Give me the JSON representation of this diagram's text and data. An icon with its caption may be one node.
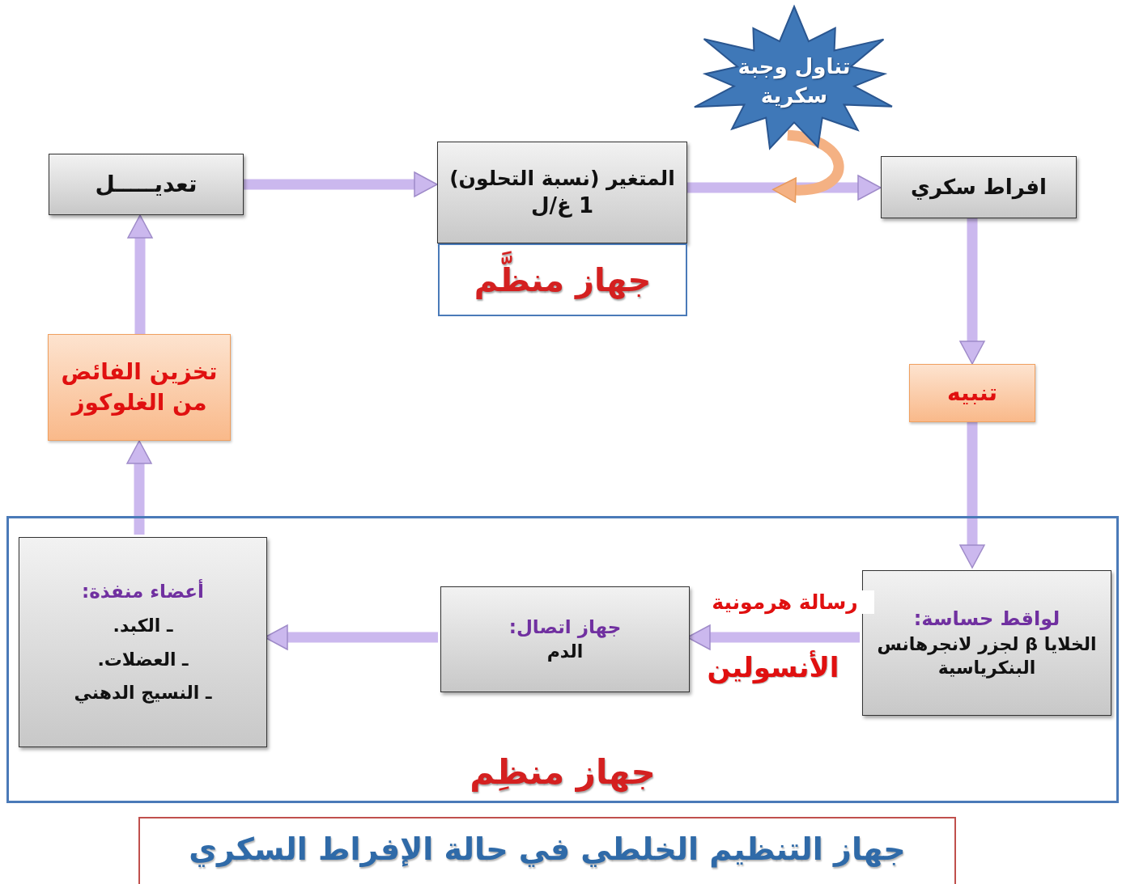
{
  "diagram": {
    "title": "جهاز التنظيم الخلطي في حالة الإفراط السكري",
    "nodes": [
      {
        "text": [
          "تعديـــــل"
        ]
      },
      {
        "text": [
          "المتغير (نسبة التحلون)",
          "1 غ/ل"
        ]
      },
      {
        "text": [
          "جهاز منظَّم"
        ]
      },
      {
        "text": [
          "تناول وجبة سكرية"
        ]
      },
      {
        "text": [
          "افراط سكري"
        ]
      },
      {
        "text": [
          "تنبيه"
        ]
      },
      {
        "text": [
          "جهاز منظِم"
        ]
      },
      {
        "text": [
          "لواقط حساسة:",
          "الخلايا β لجزر لانجرهانس البنكرياسية"
        ],
        "in": 6
      },
      {
        "text": [
          "جهاز اتصال:",
          "الدم"
        ],
        "in": 6
      },
      {
        "text": [
          "أعضاء منفذة:",
          "ـ الكبد.",
          "ـ العضلات.",
          "ـ النسيج الدهني"
        ],
        "in": 6
      },
      {
        "text": [
          "تخزين الفائض من الغلوكوز"
        ]
      }
    ],
    "edges": [
      {
        "from": 0,
        "to": 1,
        "arrow": "to"
      },
      {
        "from": 1,
        "to": 4,
        "arrow": "to"
      },
      {
        "from": 3,
        "to": null,
        "arrow": "to",
        "color": "#f4b183"
      },
      {
        "from": 4,
        "to": 5,
        "arrow": "to"
      },
      {
        "from": 5,
        "to": 7,
        "arrow": "to"
      },
      {
        "from": 7,
        "to": 8,
        "arrow": "to",
        "label": "رسالة هرمونية"
      },
      {
        "from": 8,
        "to": 9,
        "arrow": "to"
      },
      {
        "from": 9,
        "to": 10,
        "arrow": "to"
      },
      {
        "from": 10,
        "to": 0,
        "arrow": "to"
      }
    ],
    "labels": [
      "الأنسولين"
    ]
  }
}
